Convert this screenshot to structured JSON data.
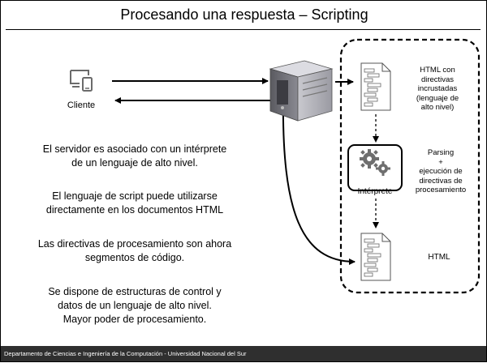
{
  "slide": {
    "title": "Procesando una respuesta – Scripting",
    "client_label": "Cliente",
    "paragraphs": [
      [
        "El servidor es asociado con un intérprete",
        "de un lenguaje de alto nivel."
      ],
      [
        "El lenguaje de script puede utilizarse",
        "directamente en los documentos HTML"
      ],
      [
        "Las directivas de procesamiento son ahora",
        "segmentos de código."
      ],
      [
        "Se dispone de estructuras de control y",
        "datos de un lenguaje de alto nivel.",
        "Mayor poder de procesamiento."
      ]
    ],
    "doc1_label": [
      "HTML con",
      "directivas",
      "incrustadas",
      "(lenguaje de",
      "alto nivel)"
    ],
    "processing_label": [
      "Parsing",
      "+",
      "ejecución de",
      "directivas de",
      "procesamiento"
    ],
    "interpreter_label": "Intérprete",
    "doc2_label": "HTML",
    "footer": "Departamento de Ciencias e Ingeniería de la Computación - Universidad Nacional del Sur"
  }
}
